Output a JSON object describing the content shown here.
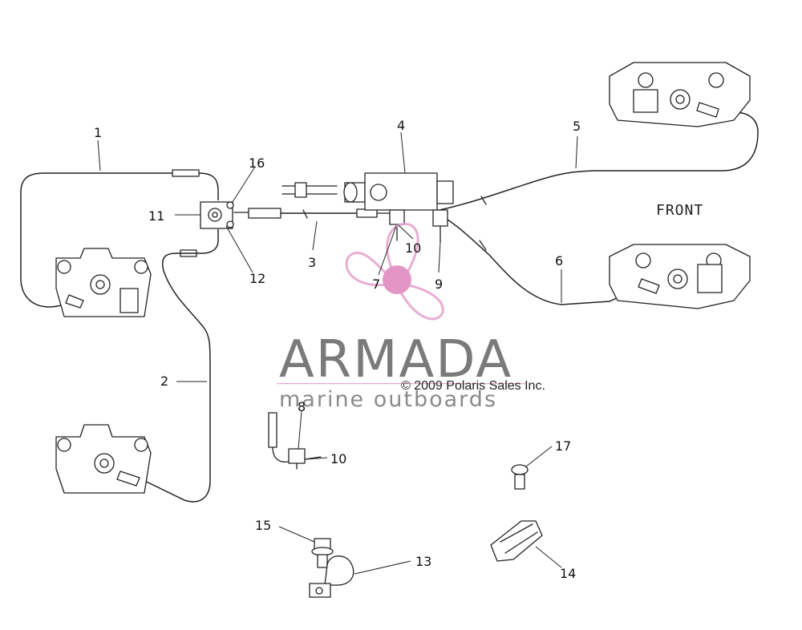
{
  "callouts": {
    "c1": "1",
    "c2": "2",
    "c3": "3",
    "c4": "4",
    "c5": "5",
    "c6": "6",
    "c7": "7",
    "c8": "8",
    "c9": "9",
    "c10a": "10",
    "c10b": "10",
    "c11": "11",
    "c12": "12",
    "c13": "13",
    "c14": "14",
    "c15": "15",
    "c16": "16",
    "c17": "17"
  },
  "front_label": "FRONT",
  "watermark": {
    "brand": "ARMADA",
    "tagline": "marine outboards",
    "copyright": "© 2009 Polaris Sales Inc.",
    "logo_color": "#e6a6cf",
    "logo_dark": "#e08ac0"
  }
}
